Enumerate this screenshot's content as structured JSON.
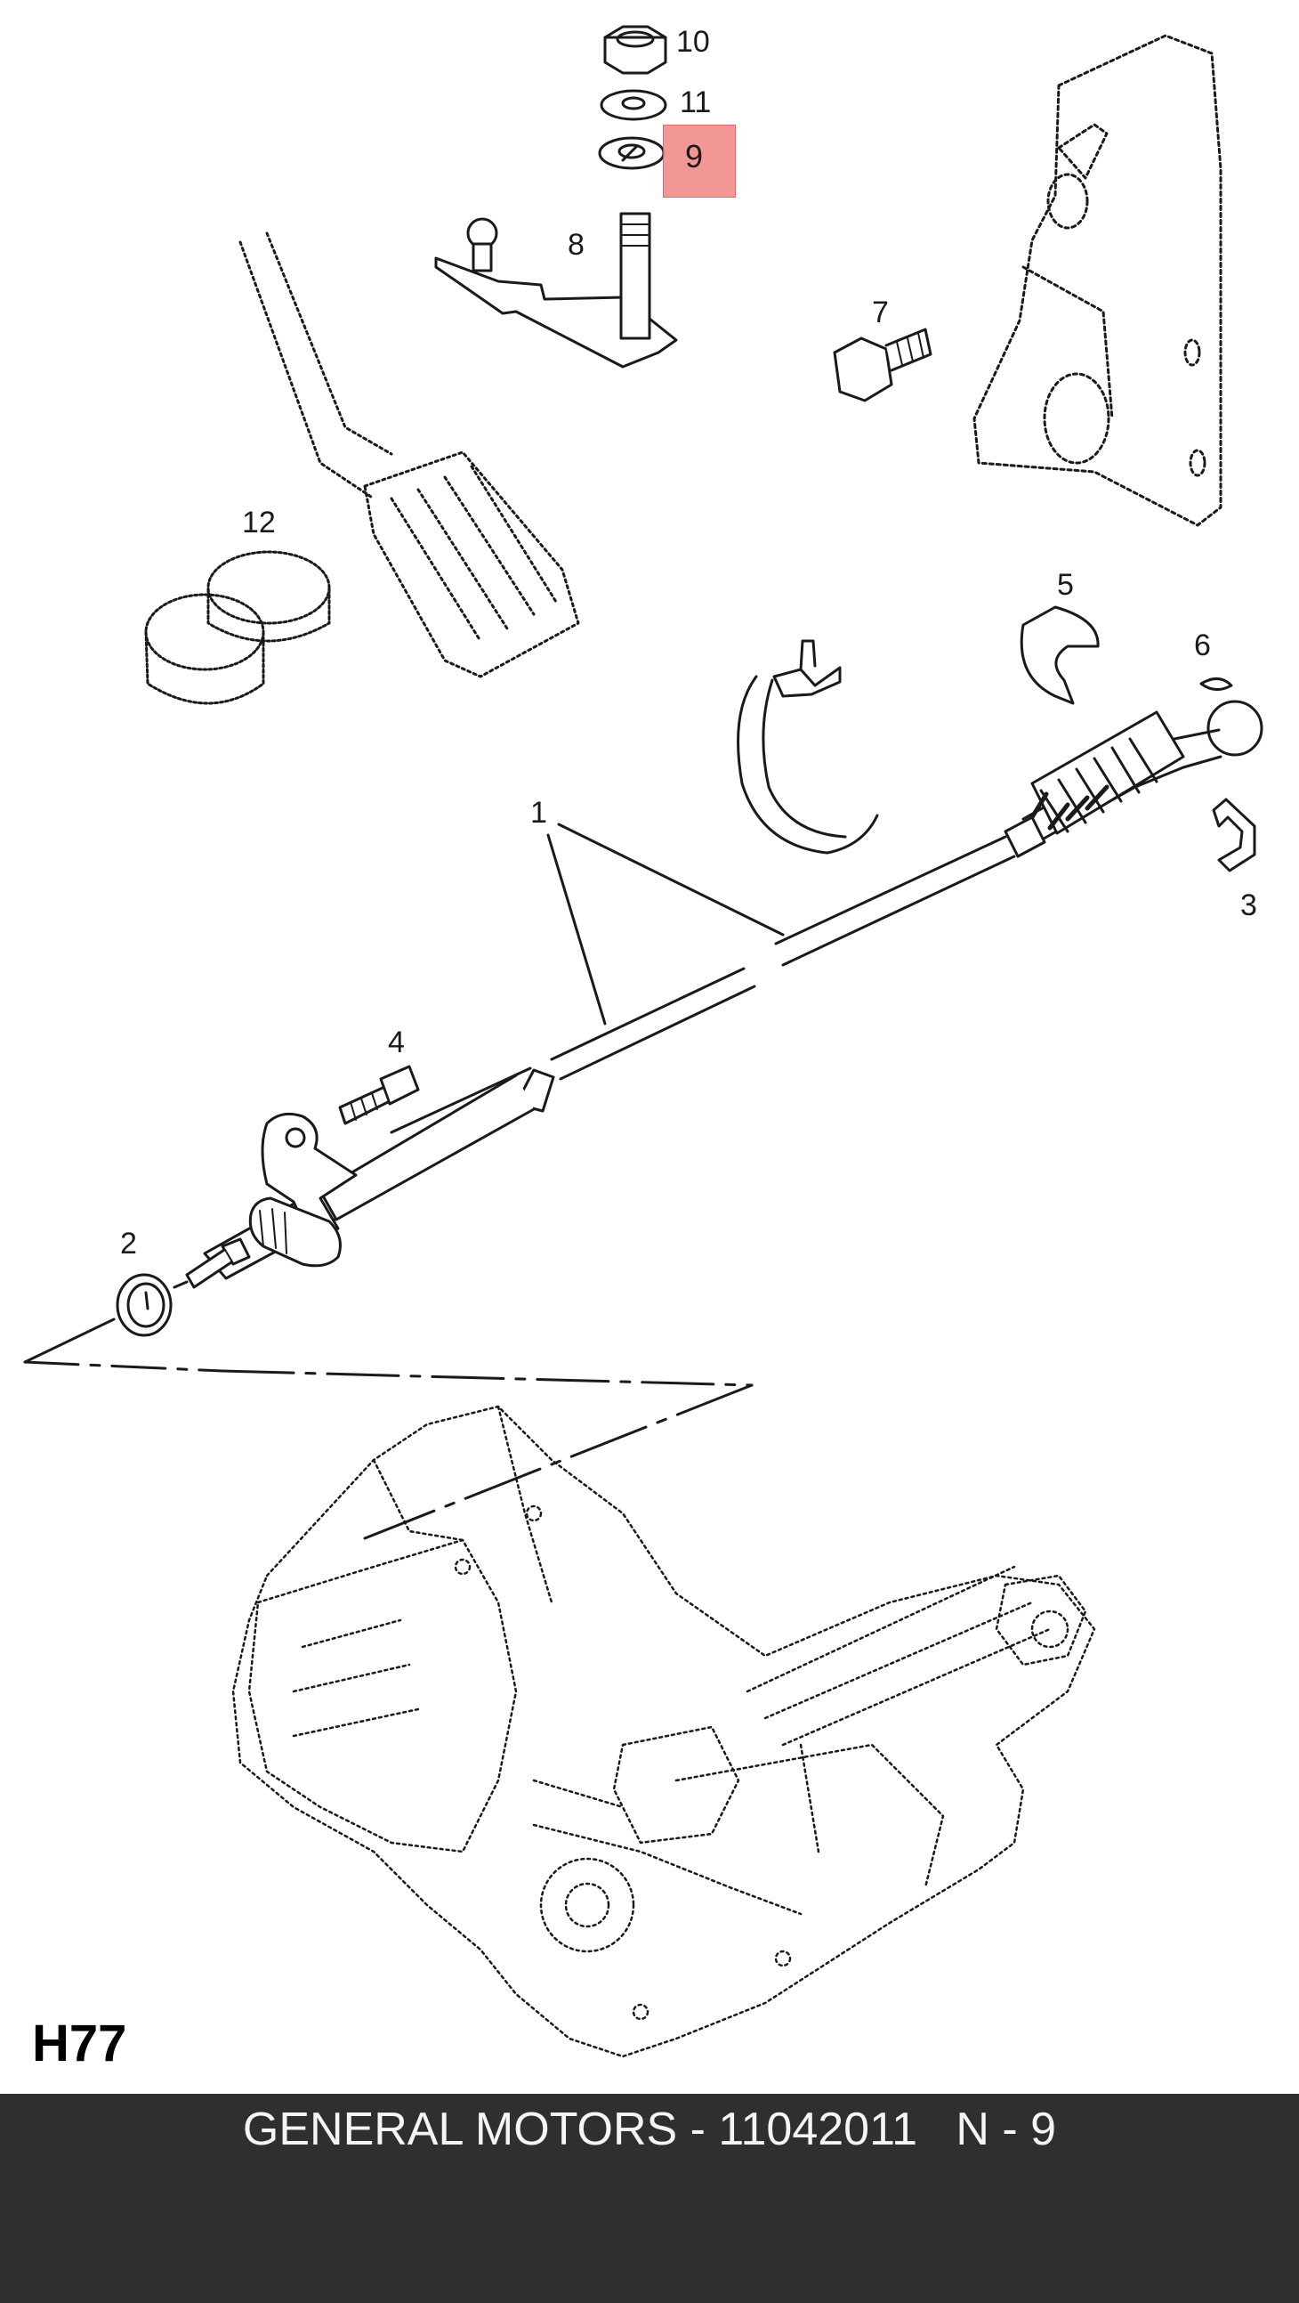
{
  "callouts": {
    "c1": "1",
    "c2": "2",
    "c3": "3",
    "c4": "4",
    "c5": "5",
    "c6": "6",
    "c7": "7",
    "c8": "8",
    "c9": "9",
    "c10": "10",
    "c11": "11",
    "c12": "12"
  },
  "diagram_code": "H77",
  "footer": {
    "brand": "GENERAL MOTORS",
    "separator": " - ",
    "part_number": "11042011",
    "gap": "   ",
    "ref": "N - 9"
  },
  "colors": {
    "highlight": "#f28b8b",
    "footer_bg": "#2f2f30",
    "footer_text": "#f5f5f5",
    "line": "#1a1a1a"
  }
}
